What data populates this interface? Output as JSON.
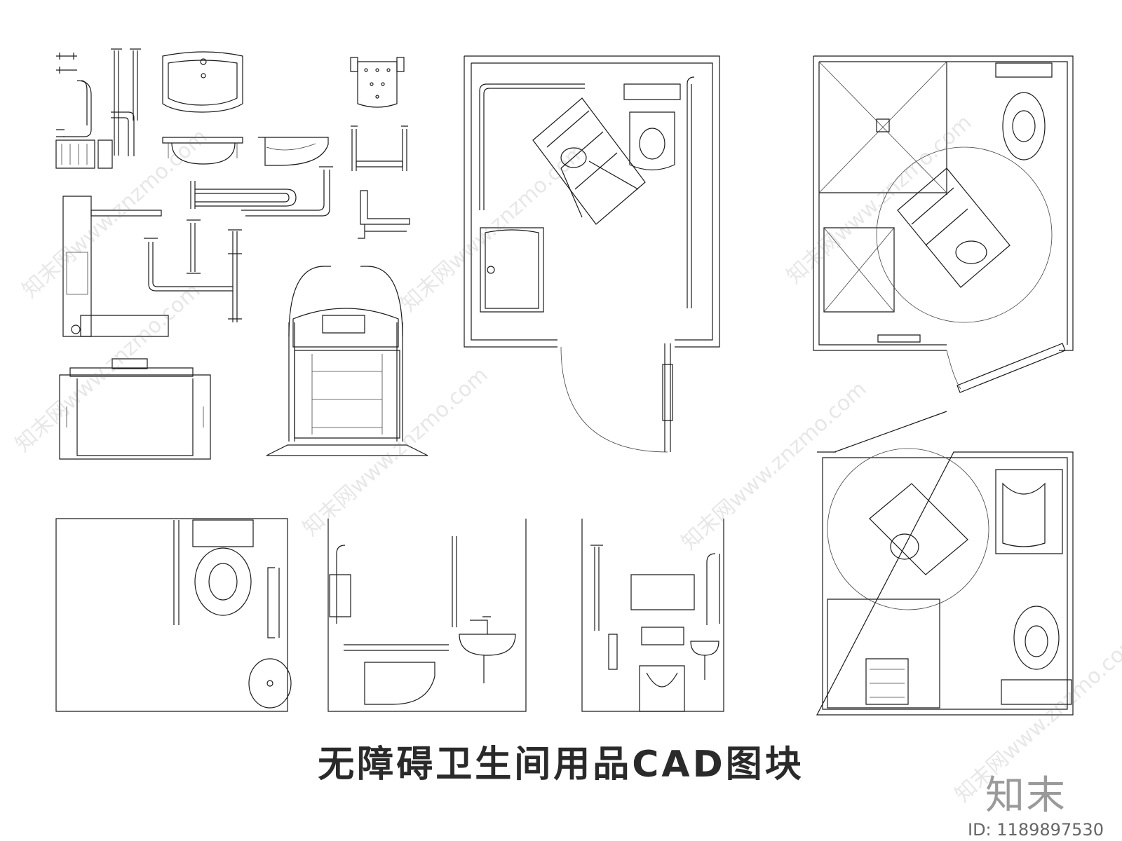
{
  "title": "无障碍卫生间用品CAD图块",
  "watermark": {
    "label": "知末网www.znzmo.com"
  },
  "brand": {
    "logo_text": "知末",
    "asset_id": "ID: 1189897530"
  },
  "colors": {
    "line": "#1a1a1a",
    "background": "#ffffff",
    "watermark": "#787878"
  },
  "panels": [
    {
      "name": "component-library",
      "icon": "grab-bar-icon"
    },
    {
      "name": "floor-plan-bathroom-wheelchair",
      "icon": "wheelchair-icon"
    },
    {
      "name": "floor-plan-shower-room-turning-circle",
      "icon": "turning-circle-icon"
    },
    {
      "name": "floor-plan-bathroom-with-tub",
      "icon": "bathtub-icon"
    },
    {
      "name": "elevation-toilet-with-grab-bar",
      "icon": "toilet-icon"
    },
    {
      "name": "elevation-toilet-and-basin",
      "icon": "basin-icon"
    },
    {
      "name": "elevation-toilet-and-urinal",
      "icon": "urinal-icon"
    }
  ]
}
